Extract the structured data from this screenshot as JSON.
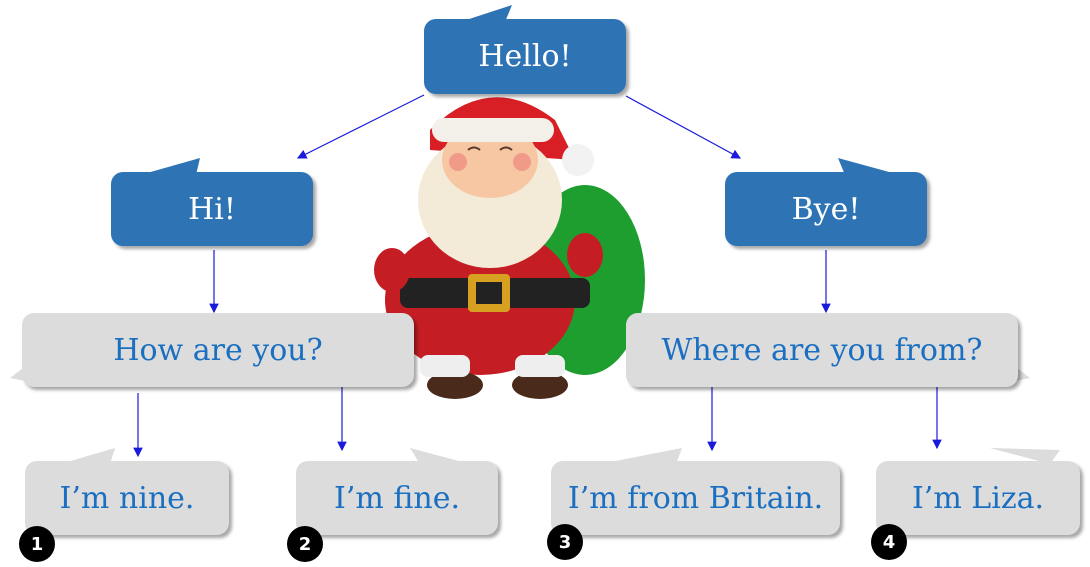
{
  "root": {
    "text": "Hello!"
  },
  "level1": [
    {
      "text": "Hi!"
    },
    {
      "text": "Bye!"
    }
  ],
  "level2": [
    {
      "text": "How are you?"
    },
    {
      "text": "Where are you from?"
    }
  ],
  "answers": [
    {
      "number": "1",
      "text": "I’m nine."
    },
    {
      "number": "2",
      "text": "I’m fine."
    },
    {
      "number": "3",
      "text": "I’m from Britain."
    },
    {
      "number": "4",
      "text": "I’m Liza."
    }
  ],
  "colors": {
    "blue_bubble": "#2e74b5",
    "grey_bubble": "#dcdcdc",
    "text_blue": "#1a6fc0",
    "arrow": "#1a1adc"
  }
}
